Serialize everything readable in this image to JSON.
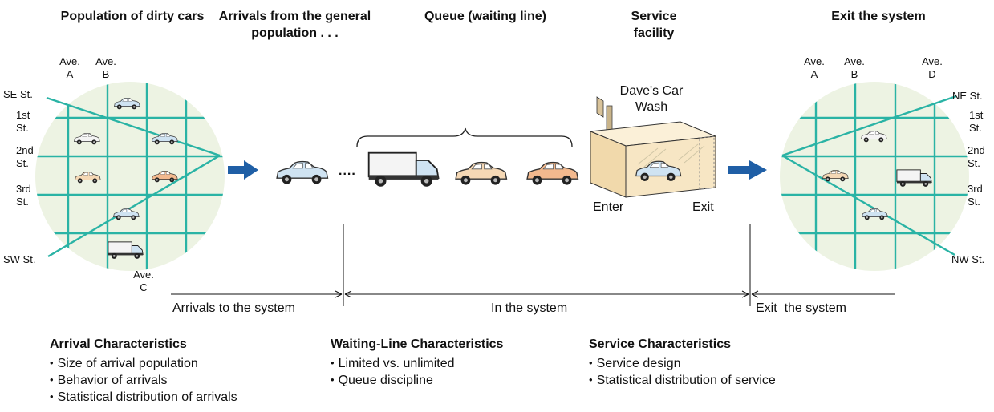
{
  "headers": {
    "population": "Population of dirty cars",
    "arrivals": "Arrivals from the general population . . .",
    "queue": "Queue (waiting line)",
    "service": "Service facility",
    "exit": "Exit the system"
  },
  "left_map": {
    "aves": [
      "Ave. A",
      "Ave. B",
      "Ave. C"
    ],
    "streets": [
      "SE St.",
      "1st St.",
      "2nd St.",
      "3rd St.",
      "SW St."
    ]
  },
  "right_map": {
    "aves": [
      "Ave. A",
      "Ave. B",
      "Ave. D"
    ],
    "streets": [
      "NE St.",
      "1st St.",
      "2nd St.",
      "3rd St.",
      "NW St."
    ]
  },
  "queue_dots": "....",
  "car_wash": {
    "sign": "Dave's Car Wash",
    "enter": "Enter",
    "exit": "Exit"
  },
  "timeline": {
    "arrivals": "Arrivals to the system",
    "in_system": "In the system",
    "exit": "Exit  the system"
  },
  "characteristics": [
    {
      "title": "Arrival Characteristics",
      "items": [
        "Size of arrival population",
        "Behavior of arrivals",
        "Statistical distribution of arrivals"
      ]
    },
    {
      "title": "Waiting-Line Characteristics",
      "items": [
        "Limited vs. unlimited",
        "Queue discipline"
      ]
    },
    {
      "title": "Service Characteristics",
      "items": [
        "Service design",
        "Statistical distribution of service"
      ]
    }
  ],
  "colors": {
    "street_line": "#2ab3a5",
    "circle_fill": "#edf3e3",
    "arrow": "#1f5fa6",
    "car_blue": "#cfe3f2",
    "car_peach": "#f5d8b5",
    "car_orange": "#f3b98e",
    "building": "#f7e6c4"
  }
}
